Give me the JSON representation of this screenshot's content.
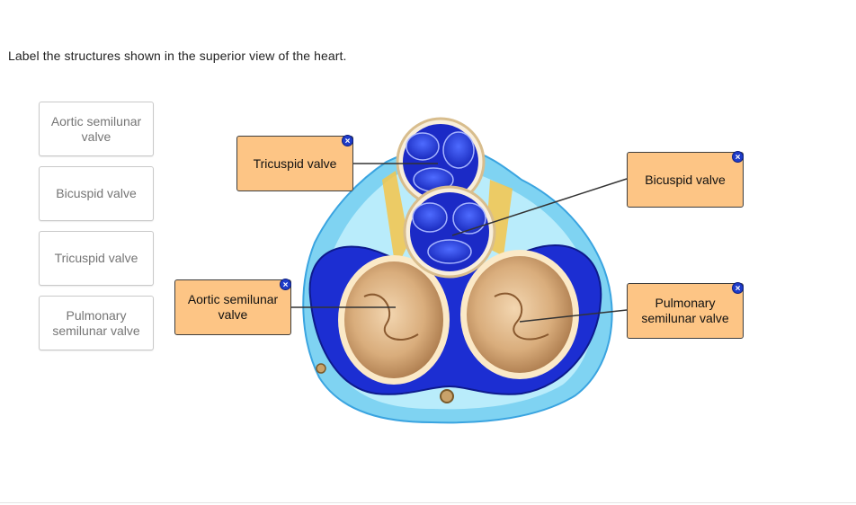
{
  "instruction": "Label the structures shown in the superior view of the heart.",
  "word_bank": [
    {
      "label": "Aortic semilunar valve"
    },
    {
      "label": "Bicuspid valve"
    },
    {
      "label": "Tricuspid valve"
    },
    {
      "label": "Pulmonary semilunar valve"
    }
  ],
  "placed_labels": {
    "tricuspid": "Tricuspid valve",
    "bicuspid": "Bicuspid valve",
    "aortic": "Aortic semilunar valve",
    "pulmonary": "Pulmonary semilunar valve"
  },
  "remove_icon": "×",
  "colors": {
    "label_fill": "#fdc585",
    "remove_button": "#1f3cc9",
    "valve_blue": "#1e2fd6",
    "valve_tan": "#d9ad7c"
  }
}
